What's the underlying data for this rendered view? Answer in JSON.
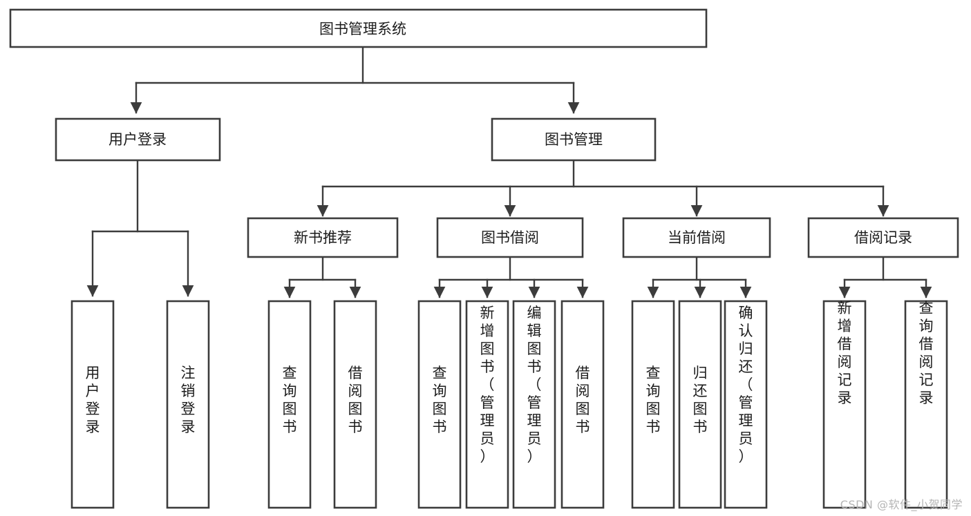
{
  "diagram": {
    "title": "图书管理系统",
    "type": "hierarchy-tree",
    "root": {
      "label": "图书管理系统"
    },
    "level2": [
      {
        "label": "用户登录"
      },
      {
        "label": "图书管理"
      }
    ],
    "level3": [
      {
        "label": "新书推荐"
      },
      {
        "label": "图书借阅"
      },
      {
        "label": "当前借阅"
      },
      {
        "label": "借阅记录"
      }
    ],
    "leaves": {
      "user_login": [
        {
          "label": "用户登录"
        },
        {
          "label": "注销登录"
        }
      ],
      "new_book_recommend": [
        {
          "label": "查询图书"
        },
        {
          "label": "借阅图书"
        }
      ],
      "book_borrow": [
        {
          "label": "查询图书"
        },
        {
          "label": "新增图书（管理员）"
        },
        {
          "label": "编辑图书（管理员）"
        },
        {
          "label": "借阅图书"
        }
      ],
      "current_borrow": [
        {
          "label": "查询图书"
        },
        {
          "label": "归还图书"
        },
        {
          "label": "确认归还（管理员）"
        }
      ],
      "borrow_record": [
        {
          "label": "新增借阅记录"
        },
        {
          "label": "查询借阅记录"
        }
      ]
    }
  },
  "watermark": {
    "text": "CSDN @软件_小贺同学"
  },
  "colors": {
    "stroke": "#3c3c3c",
    "box_fill": "#ffffff",
    "text": "#1c1c1c",
    "watermark": "#b5b5b5",
    "background": "#ffffff"
  }
}
